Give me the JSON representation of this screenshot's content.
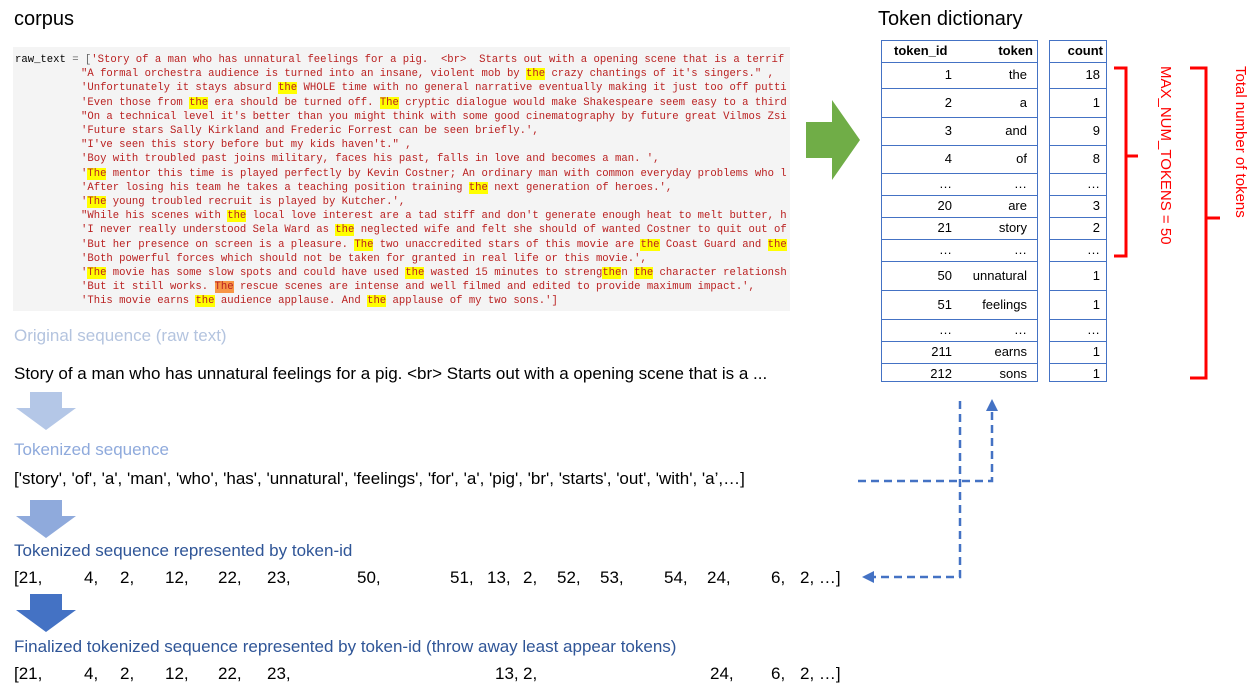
{
  "corpus_title": "corpus",
  "code": {
    "var": "raw_text",
    "op": " = [",
    "lines": [
      [
        {
          "t": "'Story of a man who has unnatural feelings for a pig.  <br>  Starts out with a opening scene that is a terrif"
        }
      ],
      [
        {
          "t": "\"A formal orchestra audience is turned into an insane, violent mob by "
        },
        {
          "t": "the",
          "h": 1
        },
        {
          "t": " crazy chantings of it's singers.\" ,"
        }
      ],
      [
        {
          "t": "'Unfortunately it stays absurd "
        },
        {
          "t": "the",
          "h": 1
        },
        {
          "t": " WHOLE time with no general narrative eventually making it just too off putti"
        }
      ],
      [
        {
          "t": "'Even those from "
        },
        {
          "t": "the",
          "h": 1
        },
        {
          "t": " era should be turned off. "
        },
        {
          "t": "The",
          "h": 1
        },
        {
          "t": " cryptic dialogue would make Shakespeare seem easy to a third"
        }
      ],
      [
        {
          "t": "\"On a technical level it's better than you might think with some good cinematography by future great Vilmos Zsi"
        }
      ],
      [
        {
          "t": "'Future stars Sally Kirkland and Frederic Forrest can be seen briefly.',"
        }
      ],
      [
        {
          "t": "\"I've seen this story before but my kids haven't.\" ,"
        }
      ],
      [
        {
          "t": "'Boy with troubled past joins military, faces his past, falls in love and becomes a man. ',"
        }
      ],
      [
        {
          "t": "'"
        },
        {
          "t": "The",
          "h": 1
        },
        {
          "t": " mentor this time is played perfectly by Kevin Costner; An ordinary man with common everyday problems who l"
        }
      ],
      [
        {
          "t": "'After losing his team he takes a teaching position training "
        },
        {
          "t": "the",
          "h": 1
        },
        {
          "t": " next generation of heroes.',"
        }
      ],
      [
        {
          "t": "'"
        },
        {
          "t": "The",
          "h": 1
        },
        {
          "t": " young troubled recruit is played by Kutcher.',"
        }
      ],
      [
        {
          "t": "\"While his scenes with "
        },
        {
          "t": "the",
          "h": 1
        },
        {
          "t": " local love interest are a tad stiff and don't generate enough heat to melt butter, h"
        }
      ],
      [
        {
          "t": "'I never really understood Sela Ward as "
        },
        {
          "t": "the",
          "h": 1
        },
        {
          "t": " neglected wife and felt she should of wanted Costner to quit out of"
        }
      ],
      [
        {
          "t": "'But her presence on screen is a pleasure. "
        },
        {
          "t": "The",
          "h": 1
        },
        {
          "t": " two unaccredited stars of this movie are "
        },
        {
          "t": "the",
          "h": 1
        },
        {
          "t": " Coast Guard and "
        },
        {
          "t": "the",
          "h": 1
        }
      ],
      [
        {
          "t": "'Both powerful forces which should not be taken for granted in real life or this movie.',"
        }
      ],
      [
        {
          "t": "'"
        },
        {
          "t": "The",
          "h": 1
        },
        {
          "t": " movie has some slow spots and could have used "
        },
        {
          "t": "the",
          "h": 1
        },
        {
          "t": " wasted 15 minutes to streng"
        },
        {
          "t": "the",
          "h": 1
        },
        {
          "t": "n "
        },
        {
          "t": "the",
          "h": 1
        },
        {
          "t": " character relationsh"
        }
      ],
      [
        {
          "t": "'But it still works. "
        },
        {
          "t": "The",
          "h": 2
        },
        {
          "t": " rescue scenes are intense and well filmed and edited to provide maximum impact.',"
        }
      ],
      [
        {
          "t": "'This movie earns "
        },
        {
          "t": "the",
          "h": 1
        },
        {
          "t": " audience applause. And "
        },
        {
          "t": "the",
          "h": 1
        },
        {
          "t": " applause of my two sons.']"
        }
      ]
    ]
  },
  "sections": {
    "original_label": "Original sequence (raw text)",
    "original_text": "Story of a man who has unnatural feelings for a pig. <br> Starts out with a opening scene that is a ...",
    "tokenized_label": "Tokenized sequence",
    "tokenized_text": "['story', 'of', 'a', 'man', 'who', 'has', 'unnatural', 'feelings', 'for', 'a', 'pig', 'br', 'starts', 'out', 'with', 'a’,…]",
    "tokenid_label": "Tokenized sequence represented by token-id",
    "tokenid_values": [
      "[21,",
      "4,",
      "2,",
      "12,",
      "22,",
      "23,",
      "50,",
      "51,",
      "13,",
      "2,",
      "52,",
      "53,",
      "54,",
      "24,",
      "6,",
      "2, …]"
    ],
    "final_label": "Finalized tokenized sequence represented by token-id (throw away least appear tokens)",
    "final_values": [
      "[21,",
      "4,",
      "2,",
      "12,",
      "22,",
      "23,",
      "13,",
      "2,",
      "24,",
      "6,",
      "2, …]"
    ]
  },
  "dictionary": {
    "title": "Token dictionary",
    "headers": {
      "token_id": "token_id",
      "token": "token",
      "count": "count"
    },
    "rows": [
      {
        "id": "1",
        "token": "the",
        "count": "18"
      },
      {
        "id": "2",
        "token": "a",
        "count": "1"
      },
      {
        "id": "3",
        "token": "and",
        "count": "9"
      },
      {
        "id": "4",
        "token": "of",
        "count": "8"
      },
      {
        "id": "…",
        "token": "…",
        "count": "…"
      },
      {
        "id": "20",
        "token": "are",
        "count": "3"
      },
      {
        "id": "21",
        "token": "story",
        "count": "2"
      },
      {
        "id": "…",
        "token": "…",
        "count": "…"
      },
      {
        "id": "50",
        "token": "unnatural",
        "count": "1"
      },
      {
        "id": "51",
        "token": "feelings",
        "count": "1"
      },
      {
        "id": "…",
        "token": "…",
        "count": "…"
      },
      {
        "id": "211",
        "token": "earns",
        "count": "1"
      },
      {
        "id": "212",
        "token": "sons",
        "count": "1"
      }
    ],
    "max_num_tokens_label": "MAX_NUM_TOKENS = 50",
    "total_tokens_label": "Total number of tokens"
  },
  "colors": {
    "accent_blue": "#4472c4",
    "arrow_green": "#70ad47",
    "red": "#ff0000",
    "label_light": "#a9b9d8",
    "label_dark": "#2f5597"
  }
}
